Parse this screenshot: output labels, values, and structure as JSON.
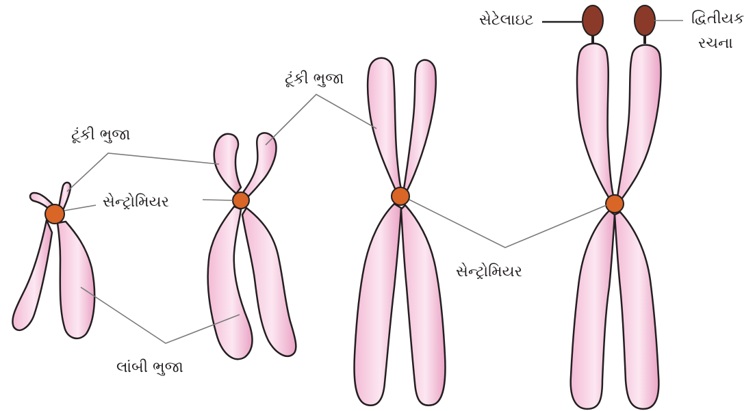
{
  "labels": {
    "short_arm_left": "ટૂંકી ભુજા",
    "centromere_left": "સેન્ટ્રોમિયર",
    "long_arm": "લાંબી ભુજા",
    "short_arm_mid": "ટૂંકી ભુજા",
    "centromere_right": "સેન્ટ્રોમિયર",
    "satellite": "સેટેલાઇટ",
    "secondary_line1": "દ્વિતીયક",
    "secondary_line2": "રચના"
  },
  "colors": {
    "arm_fill_light": "#fbe3ef",
    "arm_fill_dark": "#eaa3c5",
    "centromere": "#d96527",
    "satellite": "#8b3a2a",
    "leader_line": "#7a7a7a",
    "outline": "#231f20"
  }
}
